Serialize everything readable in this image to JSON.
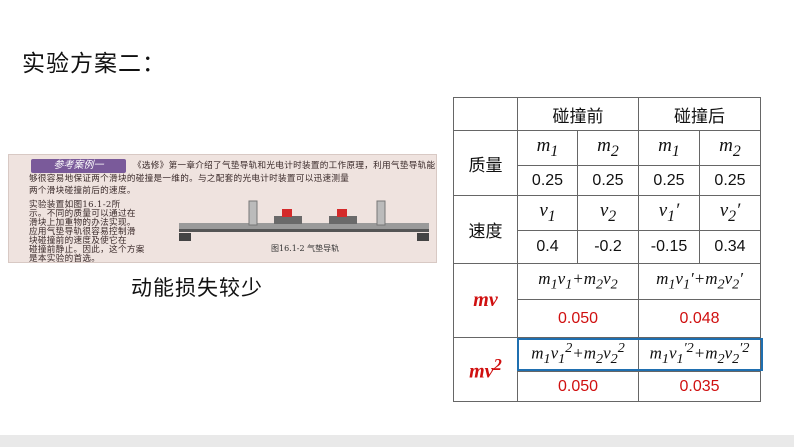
{
  "title": "实验方案二：",
  "note": "动能损失较少",
  "reference": {
    "header": "参考案例一",
    "lines": [
      "《选修》第一章介绍了气垫导轨和光电计时装置的工作原理，利用气垫导轨能",
      "够很容易地保证两个滑块的碰撞是一维的。与之配套的光电计时装置可以迅速测量",
      "两个滑块碰撞前后的速度。",
      "实验装置如图16.1-2所",
      "示。不同的质量可以通过在",
      "滑块上加重物的办法实现。",
      "应用气垫导轨很容易控制滑",
      "块碰撞前的速度及使它在",
      "碰撞前静止。因此，这个方案",
      "是本实验的首选。"
    ],
    "caption": "图16.1-2   气垫导轨"
  },
  "table": {
    "headers": {
      "before": "碰撞前",
      "after": "碰撞后"
    },
    "mass_label": "质量",
    "mass_vars": [
      "m1",
      "m2",
      "m1",
      "m2"
    ],
    "mass_values": [
      "0.25",
      "0.25",
      "0.25",
      "0.25"
    ],
    "speed_label": "速度",
    "speed_vars": [
      "v1",
      "v2",
      "v1′",
      "v2′"
    ],
    "speed_values": [
      "0.4",
      "-0.2",
      "-0.15",
      "0.34"
    ],
    "mv_label": "mv",
    "mv_expr_before": "m1v1+m2v2",
    "mv_expr_after": "m1v1′+m2v2′",
    "mv_before": "0.050",
    "mv_after": "0.048",
    "mv2_label": "mv2",
    "mv2_expr_before": "m1v12+m2v22",
    "mv2_expr_after": "m1v1′2+m2v2′2",
    "mv2_before": "0.050",
    "mv2_after": "0.035"
  },
  "colors": {
    "accent_red": "#d01010",
    "highlight_blue": "#1f6fb0"
  }
}
